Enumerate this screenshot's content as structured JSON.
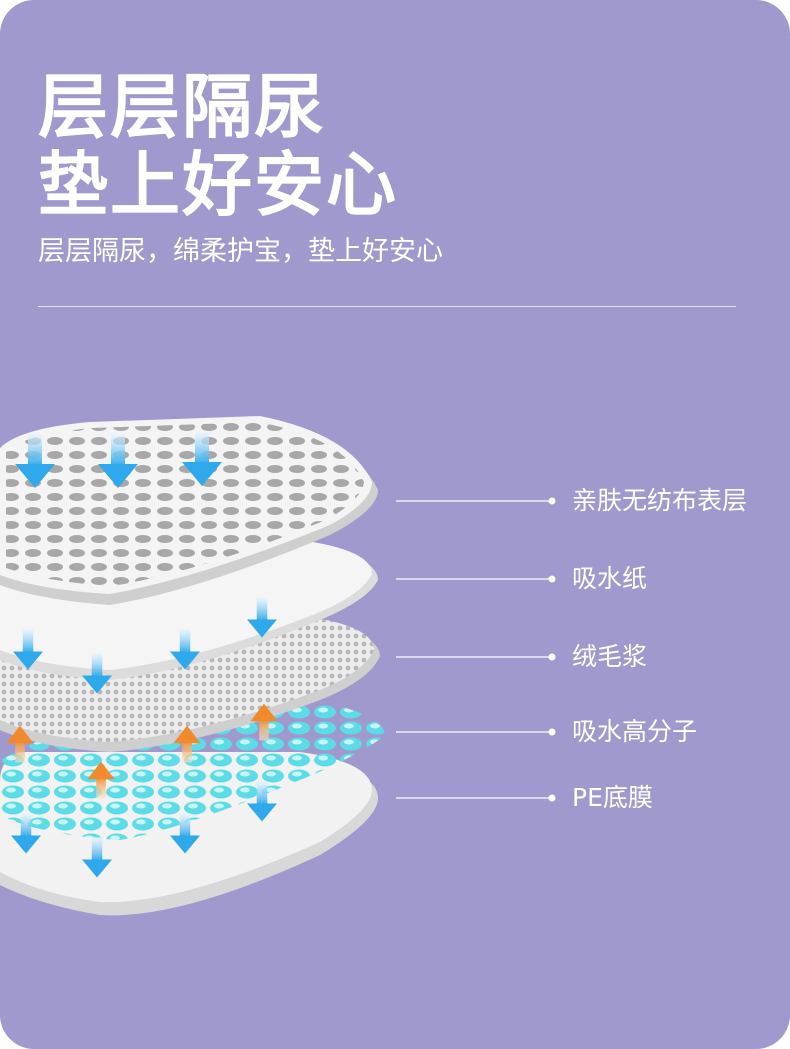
{
  "headline": {
    "line1": "层层隔尿",
    "line2": "垫上好安心"
  },
  "subtitle": "层层隔尿，绵柔护宝，垫上好安心",
  "layers": [
    {
      "label": "亲肤无纺布表层"
    },
    {
      "label": "吸水纸"
    },
    {
      "label": "绒毛浆"
    },
    {
      "label": "吸水高分子"
    },
    {
      "label": "PE底膜"
    }
  ],
  "colors": {
    "background": "#9f99cd",
    "arrow_down": "#2fa9ec",
    "arrow_up": "#f08a2c",
    "polymer": "#5cdce6"
  }
}
